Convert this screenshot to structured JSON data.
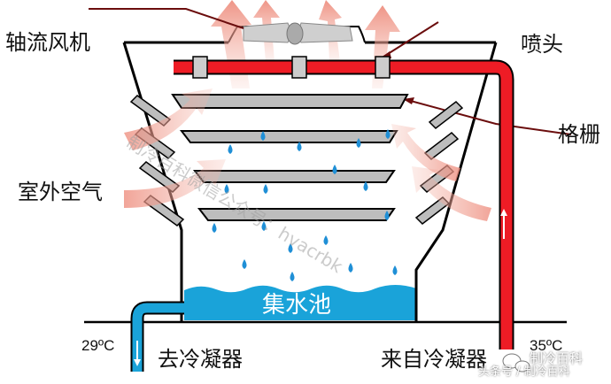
{
  "labels": {
    "fan": "轴流风机",
    "nozzle": "喷头",
    "grille": "格栅",
    "outside_air": "室外空气",
    "to_condenser": "去冷凝器",
    "from_condenser": "来自冷凝器",
    "pool": "集水池",
    "temp_out": "29ºC",
    "temp_in": "35ºC"
  },
  "watermarks": {
    "diagonal": "制冷百科微信公众号：hvacrbk",
    "footer_line1": "制冷百科",
    "footer_line2": "头条号 / 制冷百科"
  },
  "colors": {
    "hot_pipe": "#ee1c25",
    "pool_water": "#1aa3d9",
    "grille_fill": "#bdbdbd",
    "air_arrow": "#f2a79a",
    "droplet": "#1f8fd6",
    "outline": "#000000"
  }
}
